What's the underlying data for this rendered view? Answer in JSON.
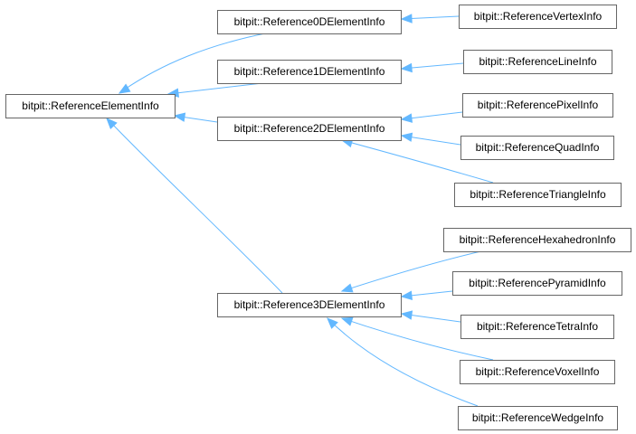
{
  "diagram": {
    "edge_color": "#63b8ff",
    "node_border_color": "#666666",
    "nodes": [
      {
        "id": "root",
        "label": "bitpit::ReferenceElementInfo"
      },
      {
        "id": "r0d",
        "label": "bitpit::Reference0DElementInfo"
      },
      {
        "id": "r1d",
        "label": "bitpit::Reference1DElementInfo"
      },
      {
        "id": "r2d",
        "label": "bitpit::Reference2DElementInfo"
      },
      {
        "id": "r3d",
        "label": "bitpit::Reference3DElementInfo"
      },
      {
        "id": "vertex",
        "label": "bitpit::ReferenceVertexInfo"
      },
      {
        "id": "line",
        "label": "bitpit::ReferenceLineInfo"
      },
      {
        "id": "pixel",
        "label": "bitpit::ReferencePixelInfo"
      },
      {
        "id": "quad",
        "label": "bitpit::ReferenceQuadInfo"
      },
      {
        "id": "triangle",
        "label": "bitpit::ReferenceTriangleInfo"
      },
      {
        "id": "hexa",
        "label": "bitpit::ReferenceHexahedronInfo"
      },
      {
        "id": "pyramid",
        "label": "bitpit::ReferencePyramidInfo"
      },
      {
        "id": "tetra",
        "label": "bitpit::ReferenceTetraInfo"
      },
      {
        "id": "voxel",
        "label": "bitpit::ReferenceVoxelInfo"
      },
      {
        "id": "wedge",
        "label": "bitpit::ReferenceWedgeInfo"
      }
    ],
    "edges": [
      {
        "from": "r0d",
        "to": "root"
      },
      {
        "from": "r1d",
        "to": "root"
      },
      {
        "from": "r2d",
        "to": "root"
      },
      {
        "from": "r3d",
        "to": "root"
      },
      {
        "from": "vertex",
        "to": "r0d"
      },
      {
        "from": "line",
        "to": "r1d"
      },
      {
        "from": "pixel",
        "to": "r2d"
      },
      {
        "from": "quad",
        "to": "r2d"
      },
      {
        "from": "triangle",
        "to": "r2d"
      },
      {
        "from": "hexa",
        "to": "r3d"
      },
      {
        "from": "pyramid",
        "to": "r3d"
      },
      {
        "from": "tetra",
        "to": "r3d"
      },
      {
        "from": "voxel",
        "to": "r3d"
      },
      {
        "from": "wedge",
        "to": "r3d"
      }
    ]
  }
}
